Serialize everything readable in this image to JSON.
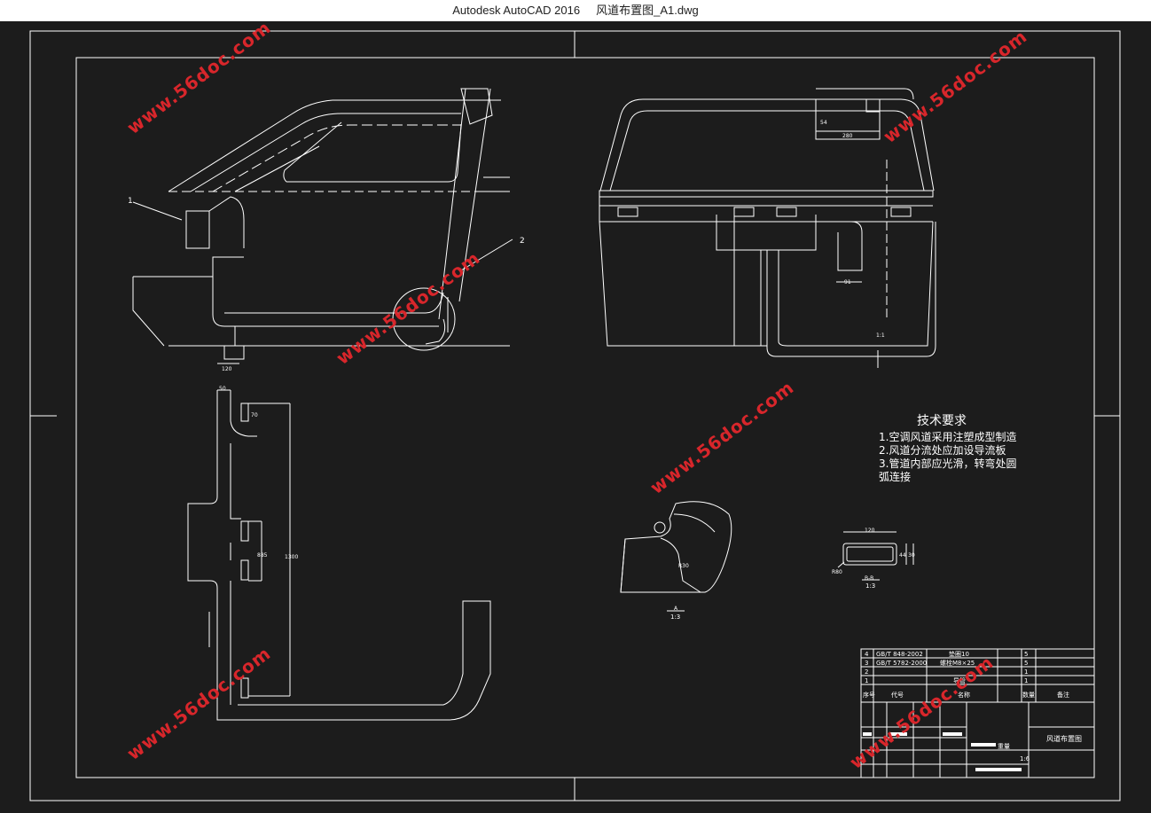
{
  "window": {
    "title": "Autodesk AutoCAD 2016     风道布置图_A1.dwg"
  },
  "labels": {
    "part1": "1",
    "part2": "2"
  },
  "dims": {
    "d120_left": "120",
    "d280_top": "280",
    "d54": "54",
    "d91": "91",
    "d1_1": "1:1",
    "d50": "50",
    "d70": "70",
    "d885": "885",
    "d1300": "1300",
    "d120_sec": "120",
    "d30": "30",
    "d44": "44",
    "dR80": "R80",
    "dR30": "R30",
    "sec_a": "A",
    "sec_a_scale": "1:3",
    "sec_b": "B-B",
    "sec_b_scale": "1:3"
  },
  "tech": {
    "title": "技术要求",
    "line1": "1.空调风道采用注塑成型制造",
    "line2": "2.风道分流处应加设导流板",
    "line3": "3.管道内部应光滑，转弯处圆",
    "line4": "弧连接"
  },
  "bom": {
    "rows": [
      {
        "no": "4",
        "code": "GB/T 848-2002",
        "name": "垫圈10",
        "qty": "5"
      },
      {
        "no": "3",
        "code": "GB/T 5782-2000",
        "name": "螺栓M8×25",
        "qty": "5"
      },
      {
        "no": "2",
        "code": "",
        "name": "",
        "qty": "1"
      },
      {
        "no": "1",
        "code": "",
        "name": "导管",
        "qty": "1"
      }
    ],
    "header": {
      "no": "序号",
      "code": "代号",
      "name": "名称",
      "qty": "数量",
      "note": "备注"
    },
    "drawing_title": "风道布置图",
    "weight_label": "重量",
    "scale_label": "1:6"
  },
  "watermark": {
    "text": "www.56doc.com"
  },
  "colors": {
    "background": "#1c1c1c",
    "line": "#ffffff",
    "watermark": "#d8262b"
  }
}
